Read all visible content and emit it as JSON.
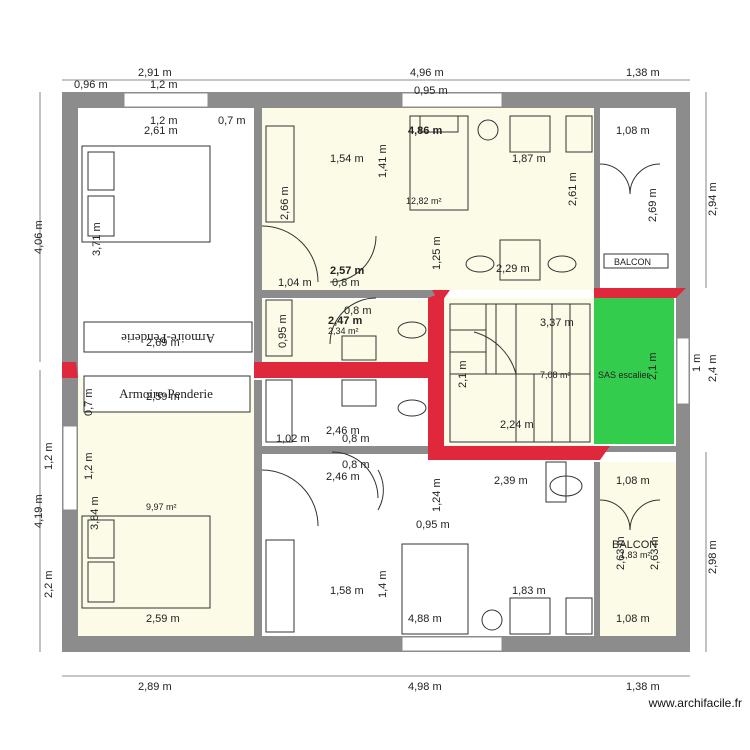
{
  "watermark": "www.archifacile.fr",
  "colors": {
    "wall": "#8c8c8c",
    "red_wall": "#e0283c",
    "floor_yellow": "#fbfbe8",
    "floor_green": "#33cc4c",
    "line": "#333333"
  },
  "rooms": {
    "kitchen_top_area": "12,82 m²",
    "stair_area": "7,08 m²",
    "bedroom_bottom_area": "9,97 m²",
    "shower_area": "2,34 m²",
    "balcony_bottom_area": "1,83 m²",
    "sas": "SAS escalier",
    "balcony_top": "BALCON",
    "balcony_bottom": "BALCON",
    "wardrobe_top": "Armoire-Penderie",
    "wardrobe_bottom": "Armoire-Penderie"
  },
  "dims": {
    "top_total_left": "2,91 m",
    "top_total_mid": "4,96 m",
    "top_total_right": "1,38 m",
    "top_096": "0,96 m",
    "top_12": "1,2 m",
    "top_095": "0,95 m",
    "top_12b": "1,2 m",
    "top_07": "0,7 m",
    "top_261": "2,61 m",
    "top_486": "4,86 m",
    "top_108": "1,08 m",
    "k_154": "1,54 m",
    "k_141": "1,41 m",
    "k_187": "1,87 m",
    "k_266": "2,66 m",
    "k_261": "2,61 m",
    "k_125": "1,25 m",
    "k_257": "2,57 m",
    "k_104": "1,04 m",
    "k_08": "0,8 m",
    "k_229": "2,29 m",
    "b1_371": "3,71 m",
    "b1_269": "2,69 m",
    "b2_259a": "2,59 m",
    "b2_07": "0,7 m",
    "c_08": "0,8 m",
    "c_247": "2,47 m",
    "c_095": "0,95 m",
    "c_246": "2,46 m",
    "c_08b": "0,8 m",
    "c_102": "1,02 m",
    "c_08c": "0,8 m",
    "c_246b": "2,46 m",
    "s_337": "3,37 m",
    "s_21": "2,1 m",
    "s_224": "2,24 m",
    "s_21b": "2,1 m",
    "s_1": "1 m",
    "s_24": "2,4 m",
    "bl_12a": "1,2 m",
    "bl_12b": "1,2 m",
    "bl_419": "4,19 m",
    "bl_384": "3,84 m",
    "bl_22": "2,2 m",
    "bl_259": "2,59 m",
    "bk_124": "1,24 m",
    "bk_239": "2,39 m",
    "bk_095": "0,95 m",
    "bk_158": "1,58 m",
    "bk_14": "1,4 m",
    "bk_183": "1,83 m",
    "bk_488": "4,88 m",
    "bk_108": "1,08 m",
    "bk_263": "2,63 m",
    "bk_263b": "2,63 m",
    "bk_108b": "1,08 m",
    "left_406": "4,06 m",
    "right_294": "2,94 m",
    "right_298": "2,98 m",
    "top_bal_269": "2,69 m",
    "bot_289": "2,89 m",
    "bot_498": "4,98 m",
    "bot_138": "1,38 m"
  }
}
